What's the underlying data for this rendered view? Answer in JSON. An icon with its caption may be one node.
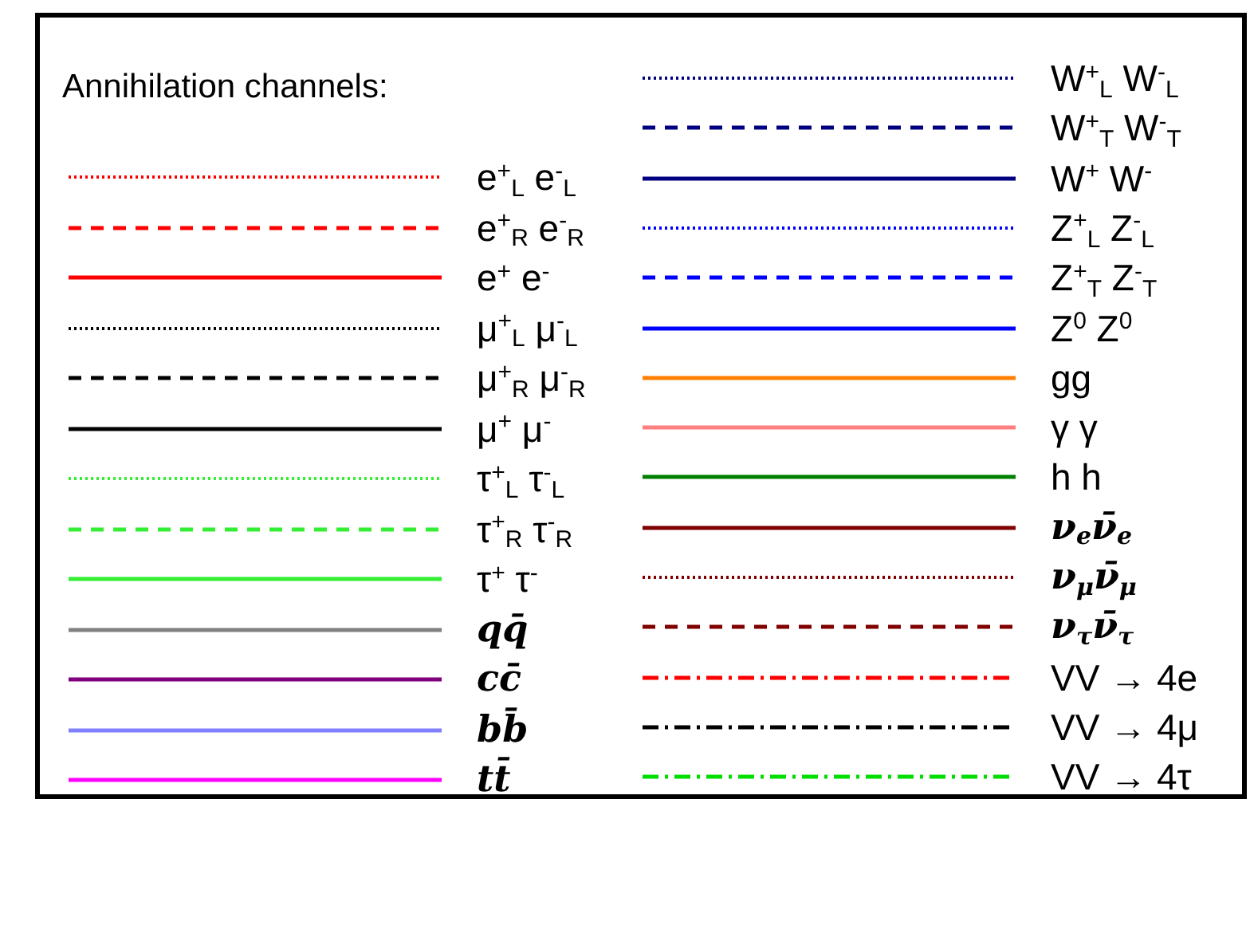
{
  "diagram": {
    "title": "Annihilation channels:",
    "legend": [
      {
        "text": "e$^{+}$$_{L}$ e$^{-}$$_{L}$"
      },
      {
        "text": "e$^{+}$$_{R}$ e$^{-}$$_{R}$"
      },
      {
        "text": "e$^{+}$ e$^{-}$"
      },
      {
        "text": "μ$^{+}$$_{L}$ μ$^{-}$$_{L}$"
      },
      {
        "text": "μ$^{+}$$_{R}$ μ$^{-}$$_{R}$"
      },
      {
        "text": "μ$^{+}$ μ$^{-}$"
      },
      {
        "text": "τ$^{+}$$_{L}$ τ$^{-}$$_{L}$"
      },
      {
        "text": "τ$^{+}$$_{R}$ τ$^{-}$$_{R}$"
      },
      {
        "text": "τ$^{+}$ τ$^{-}$"
      },
      {
        "text": "qq̄"
      },
      {
        "text": "cc̄"
      },
      {
        "text": "bb̄"
      },
      {
        "text": "tt̄"
      },
      {
        "text": "W$^{+}$$_{L}$ W$^{-}$$_{L}$"
      },
      {
        "text": "W$^{+}$$_{T}$ W$^{-}$$_{T}$"
      },
      {
        "text": "W$^{+}$ W$^{-}$"
      },
      {
        "text": "Z$^{+}$$_{L}$ Z$^{-}$$_{L}$"
      },
      {
        "text": "Z$^{+}$$_{T}$ Z$^{-}$$_{T}$"
      },
      {
        "text": "Z$^{0}$ Z$^{0}$"
      },
      {
        "text": "gg"
      },
      {
        "text": "γ γ"
      },
      {
        "text": "h h"
      },
      {
        "text": "ν$_{e}$ν̄$_{e}$"
      },
      {
        "text": "ν$_{μ}$ν̄$_{μ}$"
      },
      {
        "text": "ν$_{τ}$ν̄$_{τ}$"
      },
      {
        "text": "VV → 4e"
      },
      {
        "text": "VV → 4μ"
      },
      {
        "text": "VV → 4τ"
      }
    ]
  }
}
